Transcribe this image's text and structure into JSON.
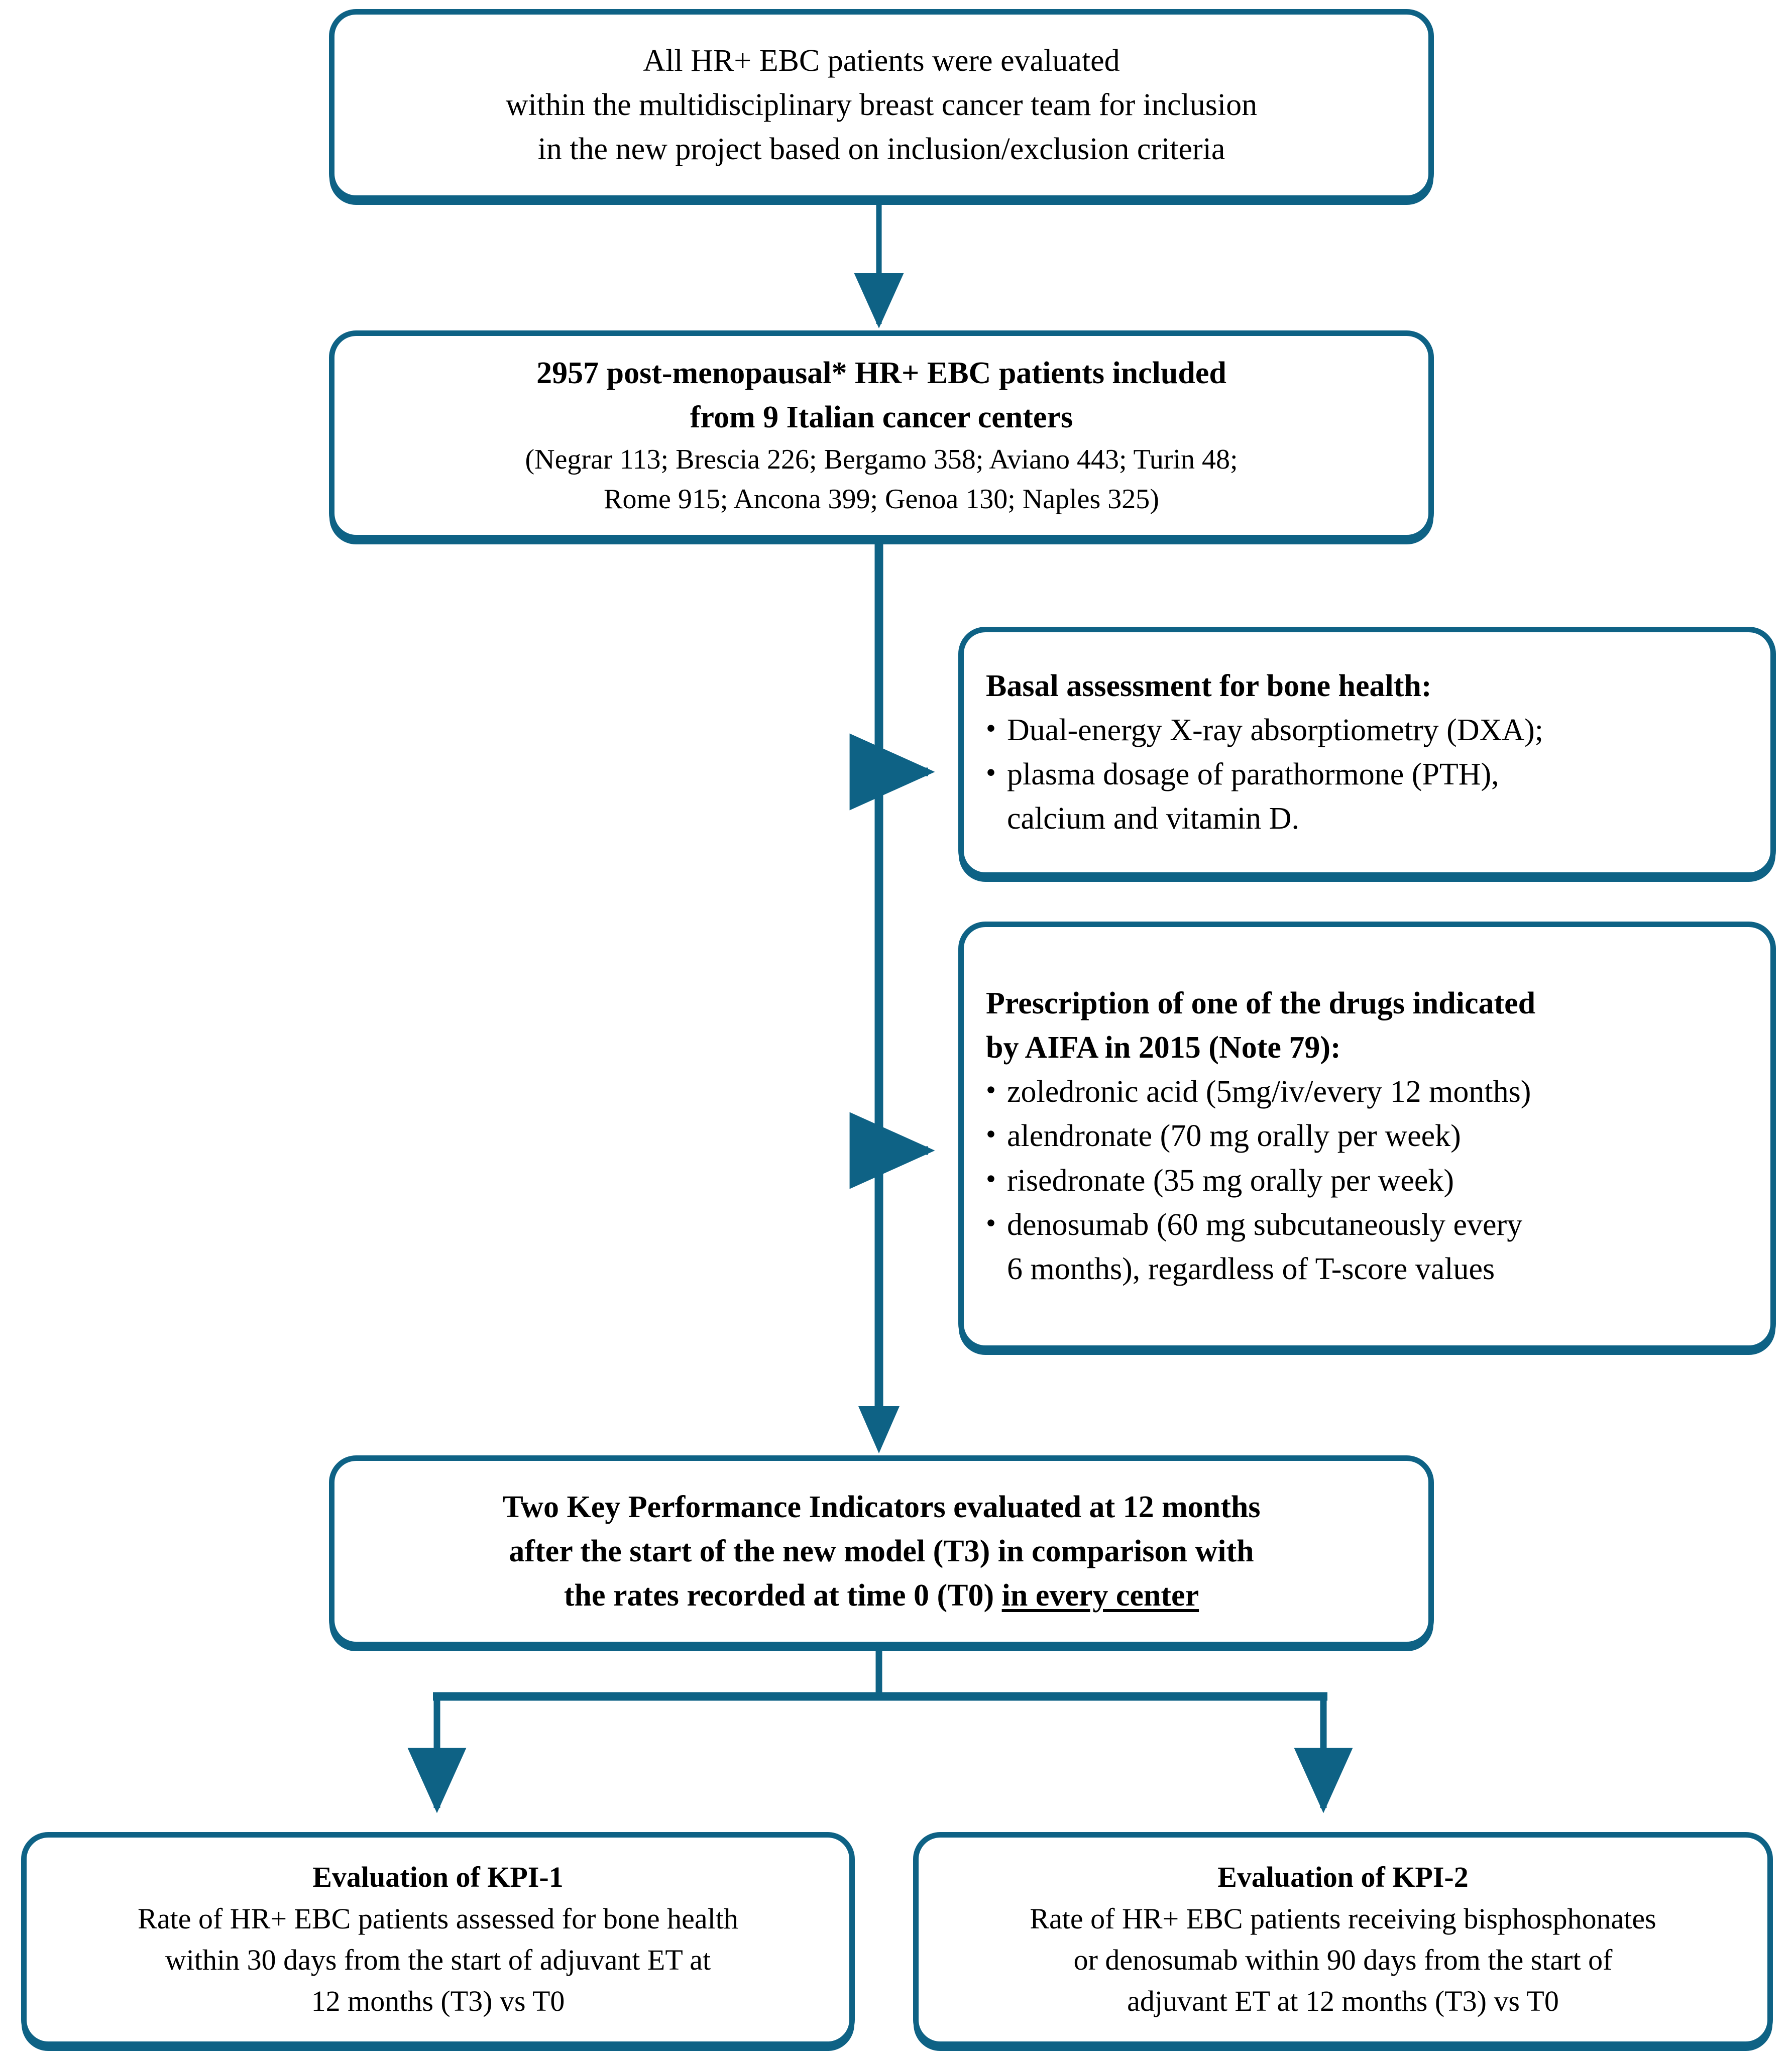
{
  "theme": {
    "accent": "#0E6285",
    "background": "#FFFFFF",
    "text": "#000000"
  },
  "diagram": {
    "type": "flowchart",
    "orientation": "top-to-bottom"
  },
  "nodes": {
    "screening": {
      "lines": [
        "All HR+ EBC patients were evaluated",
        "within the multidisciplinary breast cancer team for inclusion",
        "in the new project based on inclusion/exclusion criteria"
      ]
    },
    "included": {
      "headline": [
        "2957 post-menopausal* HR+ EBC patients included",
        "from 9 Italian cancer centers"
      ],
      "detail": [
        "(Negrar 113; Brescia 226; Bergamo 358; Aviano 443; Turin 48;",
        "Rome 915; Ancona 399; Genoa 130; Naples 325)"
      ]
    },
    "basal": {
      "title": "Basal assessment for bone health:",
      "bullets": [
        [
          "Dual-energy X-ray absorptiometry (DXA);"
        ],
        [
          "plasma dosage of parathormone (PTH),",
          "calcium and vitamin D."
        ]
      ],
      "bullet_glyph": "•"
    },
    "prescription": {
      "title": [
        "Prescription of one of the drugs indicated",
        "by AIFA in 2015 (Note 79):"
      ],
      "bullets": [
        [
          "zoledronic acid (5mg/iv/every 12 months)"
        ],
        [
          "alendronate (70 mg orally per week)"
        ],
        [
          "risedronate (35 mg orally per week)"
        ],
        [
          "denosumab (60 mg subcutaneously every",
          "6 months), regardless of T-score values"
        ]
      ],
      "bullet_glyph": "•"
    },
    "kpis": {
      "line1": "Two Key Performance Indicators evaluated at 12 months",
      "line2": "after the start of the new model (T3) in comparison with",
      "line3_plain": "the rates recorded at time 0 (T0) ",
      "line3_underlined": "in every center"
    },
    "kpi1": {
      "title": "Evaluation of KPI-1",
      "lines": [
        "Rate of HR+ EBC patients assessed for bone health",
        "within 30 days from the start of adjuvant ET at",
        "12 months (T3) vs T0"
      ]
    },
    "kpi2": {
      "title": "Evaluation of KPI-2",
      "lines": [
        "Rate of HR+ EBC patients receiving bisphosphonates",
        "or denosumab within 90 days from the start of",
        "adjuvant ET at 12 months (T3) vs T0"
      ]
    }
  },
  "connectors": [
    {
      "name": "screening-to-included",
      "kind": "vertical-arrow"
    },
    {
      "name": "included-to-trunk",
      "kind": "vertical-line"
    },
    {
      "name": "trunk-to-basal",
      "kind": "horizontal-arrow"
    },
    {
      "name": "trunk-to-prescription",
      "kind": "horizontal-arrow"
    },
    {
      "name": "trunk-to-kpis",
      "kind": "vertical-arrow"
    },
    {
      "name": "kpis-to-kpi1",
      "kind": "elbow-arrow"
    },
    {
      "name": "kpis-to-kpi2",
      "kind": "elbow-arrow"
    }
  ]
}
